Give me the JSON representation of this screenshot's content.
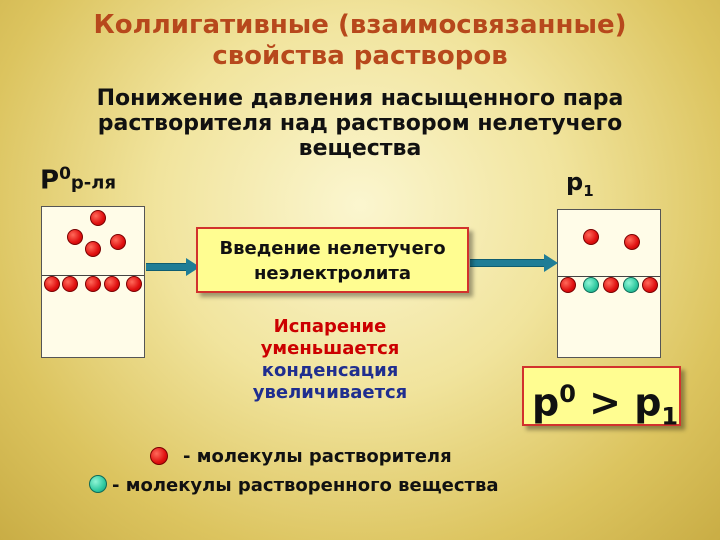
{
  "title": {
    "line1": "Коллигативные (взаимосвязанные)",
    "line2": "свойства растворов"
  },
  "subtitle": {
    "line1": "Понижение давления насыщенного пара",
    "line2": "растворителя над раствором нелетучего",
    "line3": "вещества"
  },
  "left_label": {
    "base": "P",
    "sup": "0",
    "sub": "р-ля"
  },
  "right_label": {
    "base": "p",
    "sub": "1"
  },
  "process_box": {
    "line1": "Введение нелетучего",
    "line2": "неэлектролита"
  },
  "evaporation": {
    "line1": "Испарение",
    "line2": "уменьшается",
    "line3": "конденсация",
    "line4": "увеличивается"
  },
  "result": {
    "left": "p",
    "left_sup": "0",
    "op": ">",
    "right": "p",
    "right_sub": "1"
  },
  "legend": {
    "solvent": "- молекулы растворителя",
    "solute": "- молекулы растворенного вещества"
  },
  "colors": {
    "title": "#b7481c",
    "solvent_molecule": "#e01010",
    "solute_molecule": "#30c9a0",
    "box_fill": "#fffd91",
    "box_border": "#d2322d",
    "arrow": "#1f7d96"
  }
}
